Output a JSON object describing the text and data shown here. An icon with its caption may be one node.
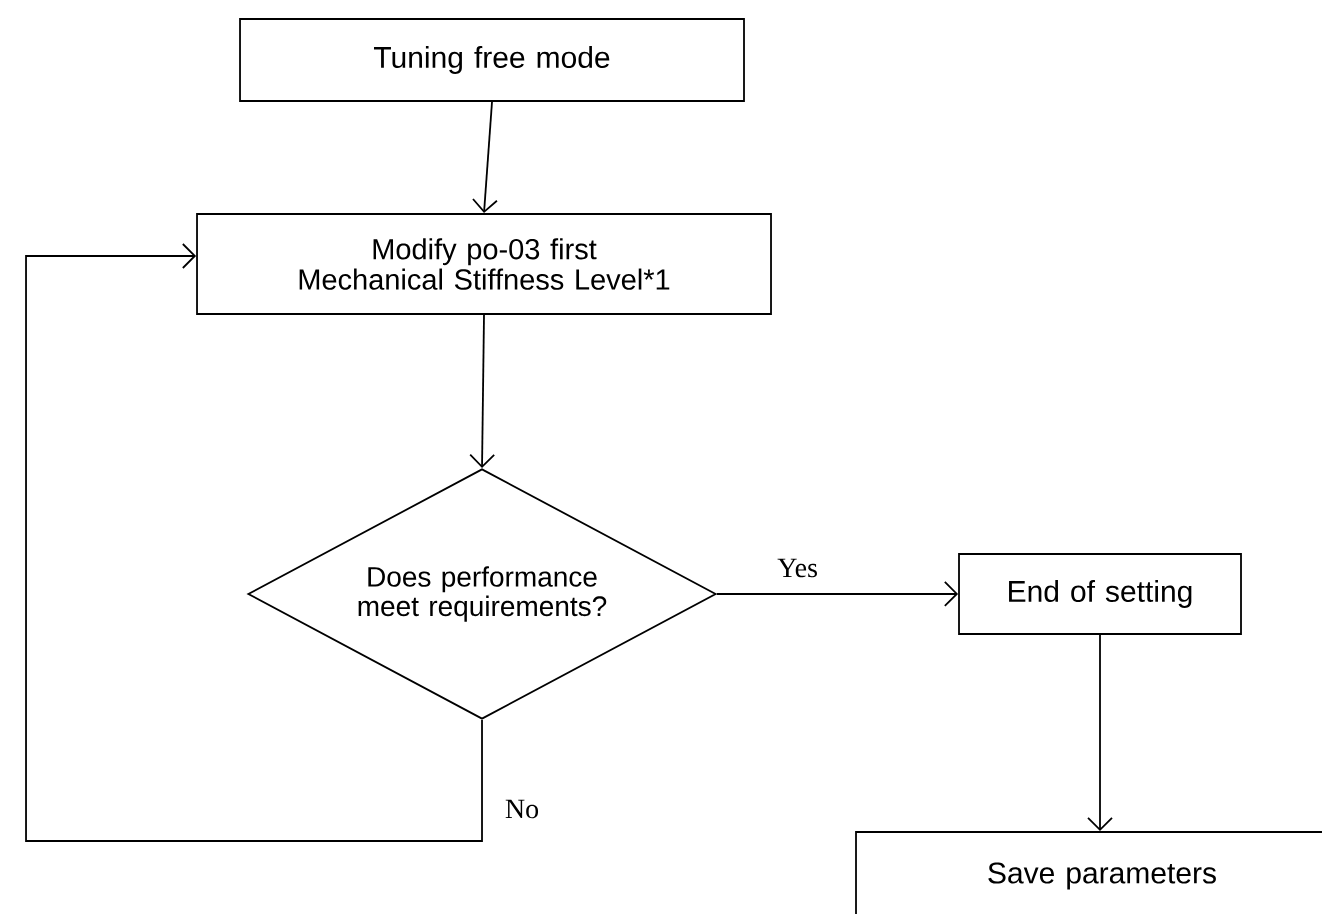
{
  "diagram": {
    "nodes": [
      {
        "text": [
          "Tuning free mode"
        ]
      },
      {
        "text": [
          "Modify po-03 first Mechanical Stiffness Level*1"
        ]
      },
      {
        "text": [
          "Does performance meet requirements?"
        ]
      },
      {
        "text": [
          "End of setting"
        ]
      },
      {
        "text": [
          "Save parameters"
        ]
      }
    ],
    "edges": [
      {
        "from": 0,
        "to": 1,
        "arrow": "to"
      },
      {
        "from": 1,
        "to": 2,
        "arrow": "to"
      },
      {
        "from": 2,
        "to": 3,
        "arrow": "to",
        "label": "Yes"
      },
      {
        "from": 2,
        "to": 1,
        "arrow": "to",
        "label": "No"
      },
      {
        "from": 3,
        "to": 4,
        "arrow": "to"
      }
    ]
  }
}
